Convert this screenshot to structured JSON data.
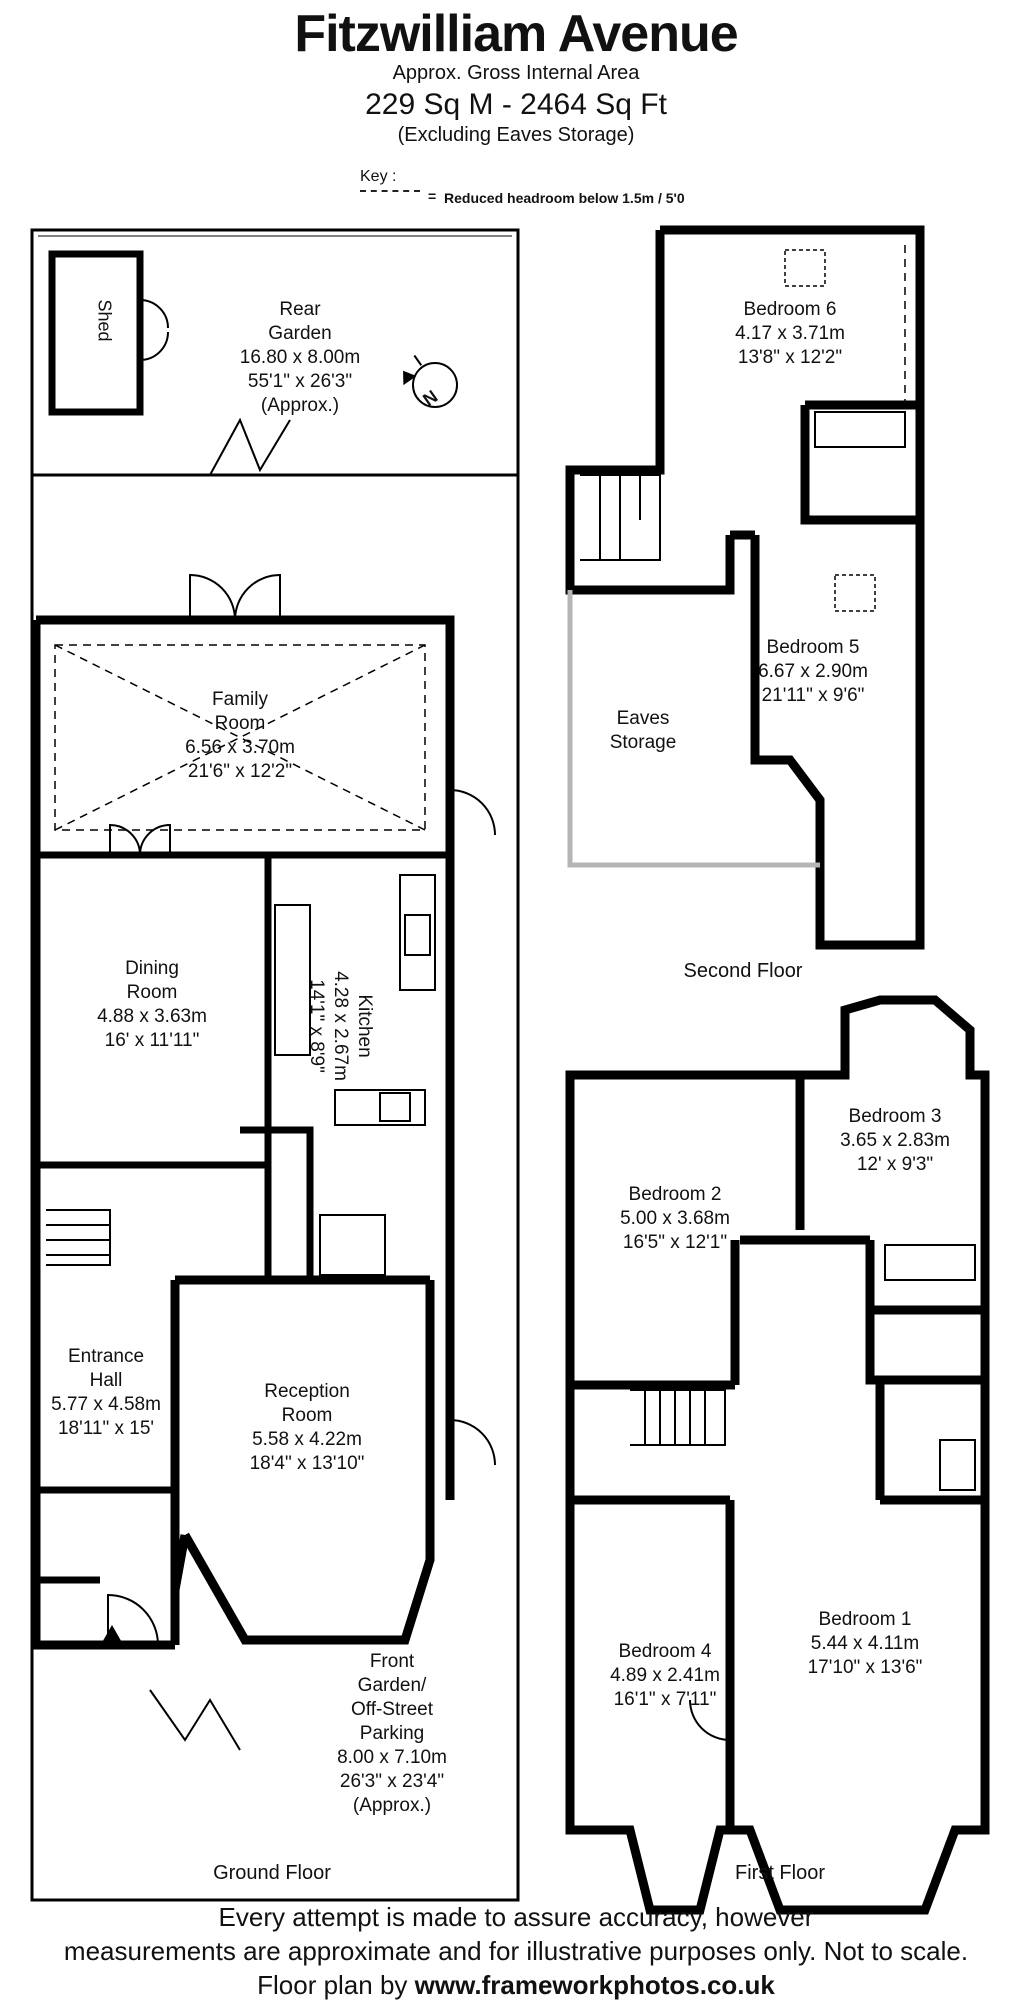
{
  "title": "Fitzwilliam Avenue",
  "subtitle_area_label": "Approx. Gross Internal Area",
  "subtitle_area": "229 Sq M - 2464 Sq Ft",
  "subtitle_note": "(Excluding Eaves Storage)",
  "key": {
    "label": "Key :",
    "equals": "=",
    "text": "Reduced  headroom below 1.5m / 5'0"
  },
  "floors": {
    "ground": "Ground Floor",
    "first": "First Floor",
    "second": "Second Floor"
  },
  "rooms": {
    "shed": "Shed",
    "rear_garden": {
      "name1": "Rear",
      "name2": "Garden",
      "metric": "16.80 x 8.00m",
      "imperial": "55'1\" x 26'3\"",
      "note": "(Approx.)"
    },
    "family_room": {
      "name1": "Family",
      "name2": "Room",
      "metric": "6.56 x 3.70m",
      "imperial": "21'6\" x 12'2\""
    },
    "dining_room": {
      "name1": "Dining",
      "name2": "Room",
      "metric": "4.88 x 3.63m",
      "imperial": "16' x 11'11\""
    },
    "kitchen": {
      "name": "Kitchen",
      "metric": "4.28 x 2.67m",
      "imperial": "14'1\" x 8'9\""
    },
    "entrance_hall": {
      "name1": "Entrance",
      "name2": "Hall",
      "metric": "5.77 x 4.58m",
      "imperial": "18'11\" x 15'"
    },
    "reception_room": {
      "name1": "Reception",
      "name2": "Room",
      "metric": "5.58 x 4.22m",
      "imperial": "18'4\" x 13'10\""
    },
    "front_garden": {
      "name1": "Front",
      "name2": "Garden/",
      "name3": "Off-Street",
      "name4": "Parking",
      "metric": "8.00 x 7.10m",
      "imperial": "26'3\" x 23'4\"",
      "note": "(Approx.)"
    },
    "bedroom6": {
      "name": "Bedroom 6",
      "metric": "4.17 x 3.71m",
      "imperial": "13'8\" x 12'2\""
    },
    "bedroom5": {
      "name": "Bedroom 5",
      "metric": "6.67 x 2.90m",
      "imperial": "21'11\" x 9'6\""
    },
    "eaves": {
      "name1": "Eaves",
      "name2": "Storage"
    },
    "bedroom2": {
      "name": "Bedroom 2",
      "metric": "5.00 x 3.68m",
      "imperial": "16'5\" x 12'1\""
    },
    "bedroom3": {
      "name": "Bedroom 3",
      "metric": "3.65 x 2.83m",
      "imperial": "12' x 9'3\""
    },
    "bedroom4": {
      "name": "Bedroom 4",
      "metric": "4.89 x 2.41m",
      "imperial": "16'1\" x 7'11\""
    },
    "bedroom1": {
      "name": "Bedroom 1",
      "metric": "5.44 x 4.11m",
      "imperial": "17'10\" x 13'6\""
    }
  },
  "compass": "N",
  "disclaimer": {
    "line1": "Every attempt is made to assure accuracy, however",
    "line2": "measurements are approximate and for illustrative purposes only. Not to scale.",
    "line3_prefix": "Floor plan by",
    "line3_site": "www.frameworkphotos.co.uk"
  },
  "colors": {
    "wall": "#000000",
    "eaves_wall": "#b5b5b5",
    "background": "#ffffff"
  }
}
